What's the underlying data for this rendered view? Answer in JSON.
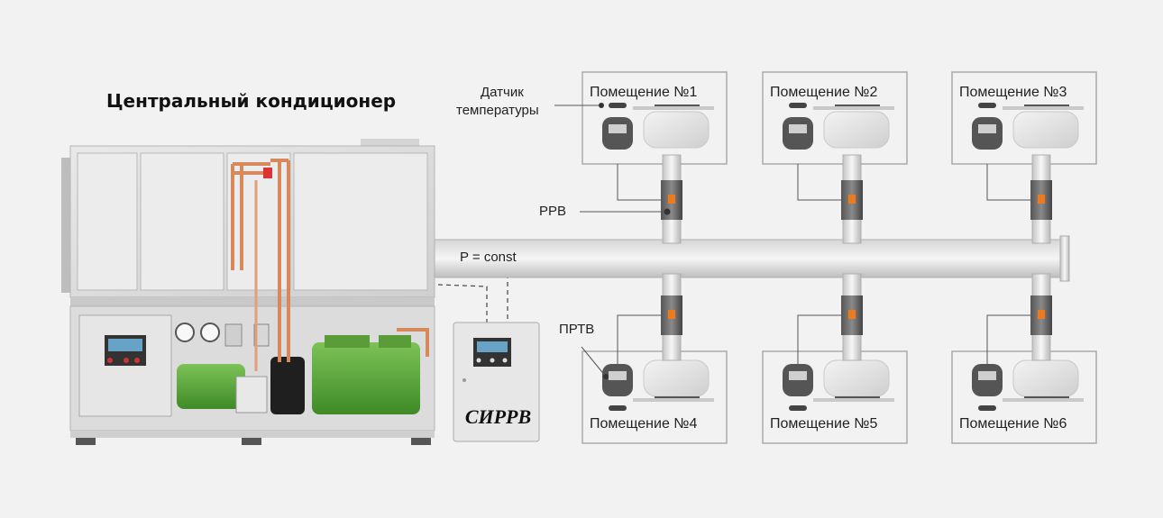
{
  "title": "Центральный кондиционер",
  "controller_brand": "СИРРВ",
  "labels": {
    "sensor_line1": "Датчик",
    "sensor_line2": "температуры",
    "rrv": "РРВ",
    "prtv": "ПРТВ",
    "pressure": "P = const"
  },
  "rooms": [
    {
      "label": "Помещение №1"
    },
    {
      "label": "Помещение №2"
    },
    {
      "label": "Помещение №3"
    },
    {
      "label": "Помещение №4"
    },
    {
      "label": "Помещение №5"
    },
    {
      "label": "Помещение №6"
    }
  ],
  "colors": {
    "pipe": "#cfcfcf",
    "compressor": "#5ca53a",
    "valve_accent": "#ee7a1c",
    "copper": "#d8895c",
    "panel": "#e5e5e5"
  }
}
